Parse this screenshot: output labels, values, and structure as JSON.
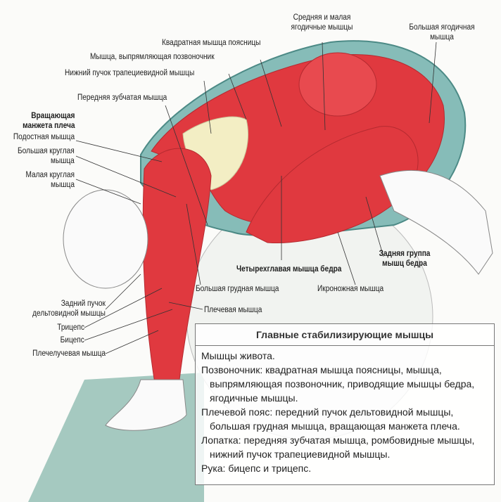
{
  "labels": {
    "gluteus_med_min": [
      "Средняя и малая",
      "ягодичные мышцы"
    ],
    "gluteus_max": [
      "Большая ягодичная",
      "мышца"
    ],
    "quadratus_lumborum": "Квадратная мышца поясницы",
    "erector_spinae": "Мышца, выпрямляющая позвоночник",
    "lower_trapezius": "Нижний пучок трапециевидной мышцы",
    "serratus_anterior": "Передняя зубчатая мышца",
    "rotator_cuff": [
      "Вращающая",
      "манжета плеча"
    ],
    "infraspinatus": "Подостная мышца",
    "teres_major": [
      "Большая круглая",
      "мышца"
    ],
    "teres_minor": [
      "Малая круглая",
      "мышца"
    ],
    "hamstrings": [
      "Задняя группа",
      "мышц бедра"
    ],
    "quadriceps": "Четырехглавая мышца бедра",
    "pectoralis_major": "Большая грудная мышца",
    "gastrocnemius": "Икроножная мышца",
    "brachialis": "Плечевая мышца",
    "posterior_deltoid": [
      "Задний пучок",
      "дельтовидной мышцы"
    ],
    "triceps": "Трицепс",
    "biceps": "Бицепс",
    "brachioradialis": "Плечелучевая мышца"
  },
  "info_box": {
    "title": "Главные стабилизирующие мышцы",
    "lines": [
      "Мышцы живота.",
      "Позвоночник: квадратная мышца поясницы, мышца, выпрямляющая позвоночник, приводящие мышцы бедра, ягодичные мышцы.",
      "Плечевой пояс: передний пучок дельтовидной мышцы, большая грудная мышца, вращающая манжета плеча.",
      "Лопатка: передняя зубчатая мышца, ромбовидные мышцы, нижний пучок трапециевидной мышцы.",
      "Рука: бицепс и трицепс."
    ]
  },
  "colors": {
    "muscle": "#e0393f",
    "outline": "#5fa3a0",
    "bone": "#f3eec4",
    "mat": "#9fc4bb"
  }
}
